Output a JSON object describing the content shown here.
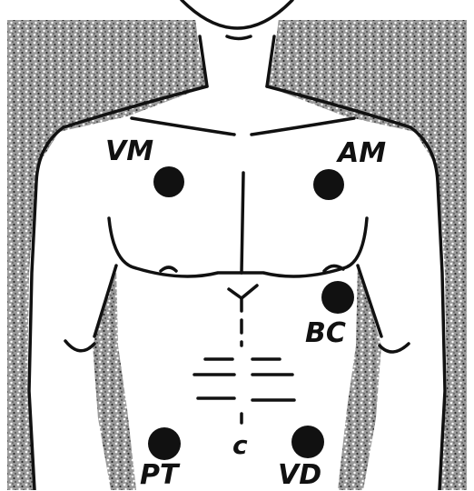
{
  "labels": {
    "vm": "VM",
    "am": "AM",
    "bc": "BC",
    "pt": "PT",
    "vd": "VD",
    "c": "c"
  },
  "colors": {
    "ink": "#111111",
    "paper": "#ffffff",
    "stipple": "#8a8a8a",
    "electrode": "#111111"
  }
}
